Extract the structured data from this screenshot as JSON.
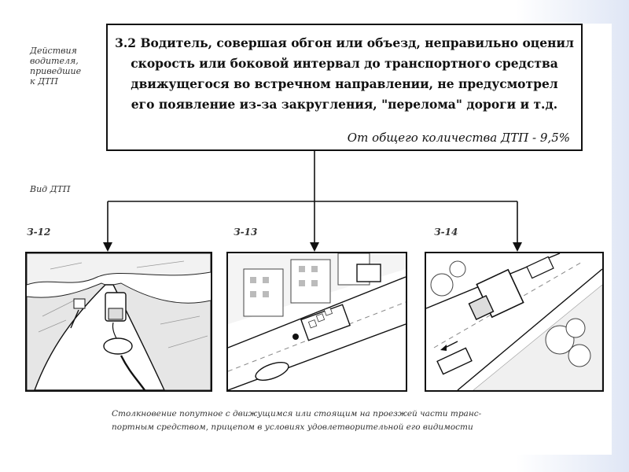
{
  "side_labels": {
    "actions": [
      "Действия",
      "водителя,",
      "приведшие",
      "к ДТП"
    ],
    "kind": "Вид ДТП"
  },
  "heading": {
    "lines": [
      "3.2 Водитель, совершая обгон или объезд, неправильно оценил",
      "скорость или боковой интервал до транспортного средства",
      "движущегося во встречном направлении, не предусмотрел",
      "его появление из-за закругления, \"перелома\" дороги и т.д."
    ],
    "share": "От общего количества ДТП - 9,5%"
  },
  "scenes": [
    {
      "label": "З-12"
    },
    {
      "label": "З-13"
    },
    {
      "label": "З-14"
    }
  ],
  "caption": {
    "lines": [
      "Столкновение попутное с движущимся или стоящим на проезжей части транс-",
      "портным средством, прицепом в условиях удовлетворительной его видимости"
    ]
  }
}
